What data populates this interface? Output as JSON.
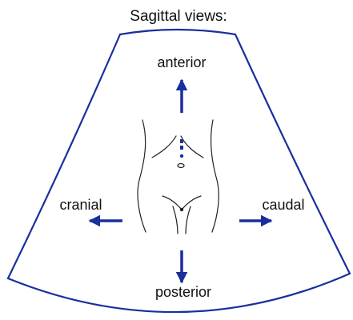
{
  "title": "Sagittal views:",
  "labels": {
    "anterior": "anterior",
    "posterior": "posterior",
    "cranial": "cranial",
    "caudal": "caudal"
  },
  "colors": {
    "sector_outline": "#1a2f9c",
    "arrow": "#1a2f9c",
    "body_outline": "#222222",
    "text": "#111111"
  },
  "icons": {
    "up": "arrow-up-icon",
    "down": "arrow-down-icon",
    "left": "arrow-left-icon",
    "right": "arrow-right-icon",
    "body": "torso-outline-icon"
  }
}
